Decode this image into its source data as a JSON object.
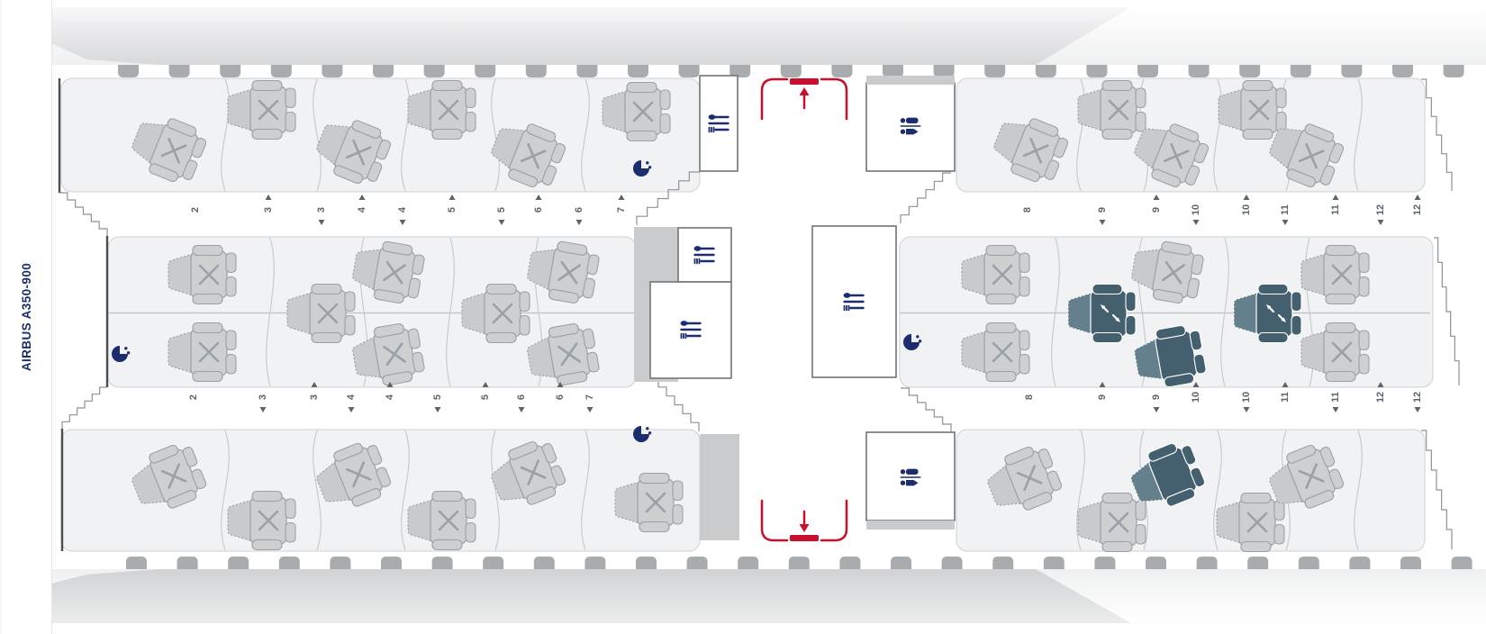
{
  "aircraft": {
    "label": "AIRBUS A350-900"
  },
  "colors": {
    "accent_navy": "#1B2D6C",
    "exit_red": "#C8102E",
    "seat_available": "#445F6E",
    "seat_unavailable": "#CDCFD1",
    "seat_mark": "#9AA1A6",
    "fuselage_gray": "#D9DADB",
    "window_tab_gray": "#A9ACAE"
  },
  "row_labels": {
    "top_aisle_forward": [
      {
        "text": "2",
        "arrow": ""
      },
      {
        "text": "3",
        "arrow": "up"
      },
      {
        "text": "3",
        "arrow": "down"
      },
      {
        "text": "4",
        "arrow": "up"
      },
      {
        "text": "4",
        "arrow": "down"
      },
      {
        "text": "5",
        "arrow": "up"
      },
      {
        "text": "5",
        "arrow": "down"
      },
      {
        "text": "6",
        "arrow": "up"
      },
      {
        "text": "6",
        "arrow": "down"
      },
      {
        "text": "7",
        "arrow": "up"
      }
    ],
    "bottom_aisle_forward": [
      {
        "text": "2",
        "arrow": ""
      },
      {
        "text": "3",
        "arrow": "down"
      },
      {
        "text": "3",
        "arrow": "up"
      },
      {
        "text": "4",
        "arrow": "down"
      },
      {
        "text": "4",
        "arrow": "up"
      },
      {
        "text": "5",
        "arrow": "down"
      },
      {
        "text": "5",
        "arrow": "up"
      },
      {
        "text": "6",
        "arrow": "down"
      },
      {
        "text": "6",
        "arrow": "up"
      },
      {
        "text": "7",
        "arrow": "down"
      }
    ],
    "top_aisle_rear": [
      {
        "text": "8",
        "arrow": ""
      },
      {
        "text": "9",
        "arrow": "down"
      },
      {
        "text": "9",
        "arrow": "up"
      },
      {
        "text": "10",
        "arrow": "down"
      },
      {
        "text": "10",
        "arrow": "up"
      },
      {
        "text": "11",
        "arrow": "down"
      },
      {
        "text": "11",
        "arrow": "up"
      },
      {
        "text": "12",
        "arrow": "down"
      },
      {
        "text": "12",
        "arrow": "up"
      }
    ],
    "bottom_aisle_rear": [
      {
        "text": "8",
        "arrow": ""
      },
      {
        "text": "9",
        "arrow": "up"
      },
      {
        "text": "9",
        "arrow": "down"
      },
      {
        "text": "10",
        "arrow": "up"
      },
      {
        "text": "10",
        "arrow": "down"
      },
      {
        "text": "11",
        "arrow": "up"
      },
      {
        "text": "11",
        "arrow": "down"
      },
      {
        "text": "12",
        "arrow": "up"
      },
      {
        "text": "12",
        "arrow": "down"
      }
    ]
  },
  "seats": [
    {
      "id": "fwd-top-2",
      "cabin": "forward",
      "band": "top-window",
      "row": "2",
      "state": "unavailable"
    },
    {
      "id": "fwd-top-3",
      "cabin": "forward",
      "band": "top-window",
      "row": "3",
      "state": "unavailable"
    },
    {
      "id": "fwd-top-4",
      "cabin": "forward",
      "band": "top-window",
      "row": "4",
      "state": "unavailable"
    },
    {
      "id": "fwd-top-5",
      "cabin": "forward",
      "band": "top-window",
      "row": "5",
      "state": "unavailable"
    },
    {
      "id": "fwd-top-6",
      "cabin": "forward",
      "band": "top-window",
      "row": "6",
      "state": "unavailable"
    },
    {
      "id": "fwd-top-7",
      "cabin": "forward",
      "band": "top-window",
      "row": "7",
      "state": "unavailable"
    },
    {
      "id": "fwd-mid-2a",
      "cabin": "forward",
      "band": "center",
      "row": "2",
      "state": "unavailable"
    },
    {
      "id": "fwd-mid-2b",
      "cabin": "forward",
      "band": "center",
      "row": "2",
      "state": "unavailable"
    },
    {
      "id": "fwd-mid-3",
      "cabin": "forward",
      "band": "center",
      "row": "3",
      "state": "unavailable"
    },
    {
      "id": "fwd-mid-4a",
      "cabin": "forward",
      "band": "center",
      "row": "4",
      "state": "unavailable"
    },
    {
      "id": "fwd-mid-4b",
      "cabin": "forward",
      "band": "center",
      "row": "4",
      "state": "unavailable"
    },
    {
      "id": "fwd-mid-5",
      "cabin": "forward",
      "band": "center",
      "row": "5",
      "state": "unavailable"
    },
    {
      "id": "fwd-mid-6a",
      "cabin": "forward",
      "band": "center",
      "row": "6",
      "state": "unavailable"
    },
    {
      "id": "fwd-mid-6b",
      "cabin": "forward",
      "band": "center",
      "row": "6",
      "state": "unavailable"
    },
    {
      "id": "fwd-bot-2",
      "cabin": "forward",
      "band": "bottom-window",
      "row": "2",
      "state": "unavailable"
    },
    {
      "id": "fwd-bot-3",
      "cabin": "forward",
      "band": "bottom-window",
      "row": "3",
      "state": "unavailable"
    },
    {
      "id": "fwd-bot-4",
      "cabin": "forward",
      "band": "bottom-window",
      "row": "4",
      "state": "unavailable"
    },
    {
      "id": "fwd-bot-5",
      "cabin": "forward",
      "band": "bottom-window",
      "row": "5",
      "state": "unavailable"
    },
    {
      "id": "fwd-bot-6",
      "cabin": "forward",
      "band": "bottom-window",
      "row": "6",
      "state": "unavailable"
    },
    {
      "id": "fwd-bot-7",
      "cabin": "forward",
      "band": "bottom-window",
      "row": "7",
      "state": "unavailable"
    },
    {
      "id": "rear-top-8",
      "cabin": "rear",
      "band": "top-window",
      "row": "8",
      "state": "unavailable"
    },
    {
      "id": "rear-top-9",
      "cabin": "rear",
      "band": "top-window",
      "row": "9",
      "state": "unavailable"
    },
    {
      "id": "rear-top-10",
      "cabin": "rear",
      "band": "top-window",
      "row": "10",
      "state": "unavailable"
    },
    {
      "id": "rear-top-11",
      "cabin": "rear",
      "band": "top-window",
      "row": "11",
      "state": "unavailable"
    },
    {
      "id": "rear-top-12",
      "cabin": "rear",
      "band": "top-window",
      "row": "12",
      "state": "unavailable"
    },
    {
      "id": "rear-mid-8a",
      "cabin": "rear",
      "band": "center",
      "row": "8",
      "state": "unavailable"
    },
    {
      "id": "rear-mid-8b",
      "cabin": "rear",
      "band": "center",
      "row": "8",
      "state": "unavailable"
    },
    {
      "id": "rear-mid-9",
      "cabin": "rear",
      "band": "center",
      "row": "9",
      "state": "available-arrows"
    },
    {
      "id": "rear-mid-10a",
      "cabin": "rear",
      "band": "center",
      "row": "10",
      "state": "unavailable"
    },
    {
      "id": "rear-mid-10b",
      "cabin": "rear",
      "band": "center",
      "row": "10",
      "state": "available"
    },
    {
      "id": "rear-mid-11",
      "cabin": "rear",
      "band": "center",
      "row": "11",
      "state": "available-arrows"
    },
    {
      "id": "rear-mid-12a",
      "cabin": "rear",
      "band": "center",
      "row": "12",
      "state": "unavailable"
    },
    {
      "id": "rear-mid-12b",
      "cabin": "rear",
      "band": "center",
      "row": "12",
      "state": "unavailable"
    },
    {
      "id": "rear-bot-8",
      "cabin": "rear",
      "band": "bottom-window",
      "row": "8",
      "state": "unavailable"
    },
    {
      "id": "rear-bot-9",
      "cabin": "rear",
      "band": "bottom-window",
      "row": "9",
      "state": "unavailable"
    },
    {
      "id": "rear-bot-10",
      "cabin": "rear",
      "band": "bottom-window",
      "row": "10",
      "state": "available"
    },
    {
      "id": "rear-bot-11",
      "cabin": "rear",
      "band": "bottom-window",
      "row": "11",
      "state": "unavailable"
    },
    {
      "id": "rear-bot-12",
      "cabin": "rear",
      "band": "bottom-window",
      "row": "12",
      "state": "unavailable"
    }
  ],
  "facilities": [
    {
      "id": "galley-forward-top",
      "type": "galley",
      "icon": "utensils-icon"
    },
    {
      "id": "galley-mid-left-upper",
      "type": "galley",
      "icon": "utensils-icon"
    },
    {
      "id": "galley-mid-left-lower",
      "type": "galley",
      "icon": "utensils-icon"
    },
    {
      "id": "galley-center",
      "type": "galley",
      "icon": "utensils-icon"
    },
    {
      "id": "lavatory-top",
      "type": "lavatory",
      "icon": "lavatory-icon"
    },
    {
      "id": "lavatory-bottom",
      "type": "lavatory",
      "icon": "lavatory-icon"
    },
    {
      "id": "bassinet-forward-left",
      "type": "bassinet",
      "icon": "bassinet-icon"
    },
    {
      "id": "bassinet-top-row7",
      "type": "bassinet",
      "icon": "bassinet-icon"
    },
    {
      "id": "bassinet-bottom-row7",
      "type": "bassinet",
      "icon": "bassinet-icon"
    },
    {
      "id": "bassinet-rear-center",
      "type": "bassinet",
      "icon": "bassinet-icon"
    },
    {
      "id": "exit-door-top",
      "type": "exit",
      "icon": "exit-up-arrow-icon"
    },
    {
      "id": "exit-door-bottom",
      "type": "exit",
      "icon": "exit-down-arrow-icon"
    }
  ]
}
